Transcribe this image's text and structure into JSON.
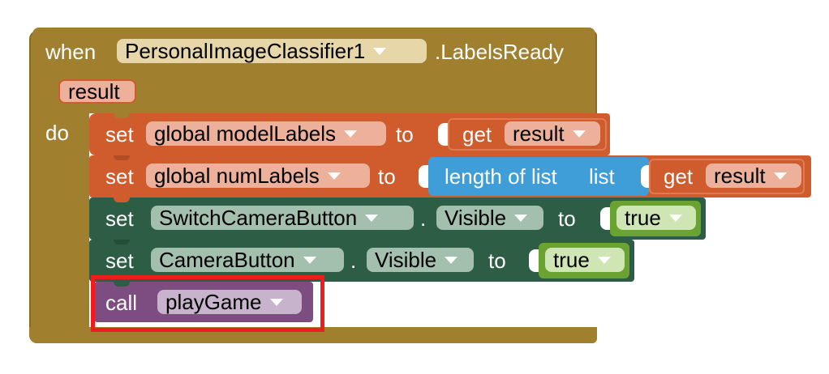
{
  "event_block": {
    "keyword_when": "when",
    "component": "PersonalImageClassifier1",
    "event": ".LabelsReady",
    "param": "result",
    "keyword_do": "do",
    "color": "#a07f2e"
  },
  "statements": [
    {
      "keyword": "set",
      "target": "global modelLabels",
      "to": "to",
      "value_keyword": "get",
      "value": "result",
      "color": "#d05b2c"
    },
    {
      "keyword": "set",
      "target": "global numLabels",
      "to": "to",
      "func": "length of list",
      "func_param": "list",
      "value_keyword": "get",
      "value": "result",
      "color": "#d05b2c",
      "func_color": "#3f9dd8"
    },
    {
      "keyword": "set",
      "component": "SwitchCameraButton",
      "dot": ".",
      "property": "Visible",
      "to": "to",
      "value": "true",
      "color": "#2d5e45",
      "value_color": "#6aa332"
    },
    {
      "keyword": "set",
      "component": "CameraButton",
      "dot": ".",
      "property": "Visible",
      "to": "to",
      "value": "true",
      "color": "#2d5e45",
      "value_color": "#6aa332"
    },
    {
      "keyword": "call",
      "procedure": "playGame",
      "color": "#7d4d82",
      "highlight_color": "#ee1c1c"
    }
  ]
}
